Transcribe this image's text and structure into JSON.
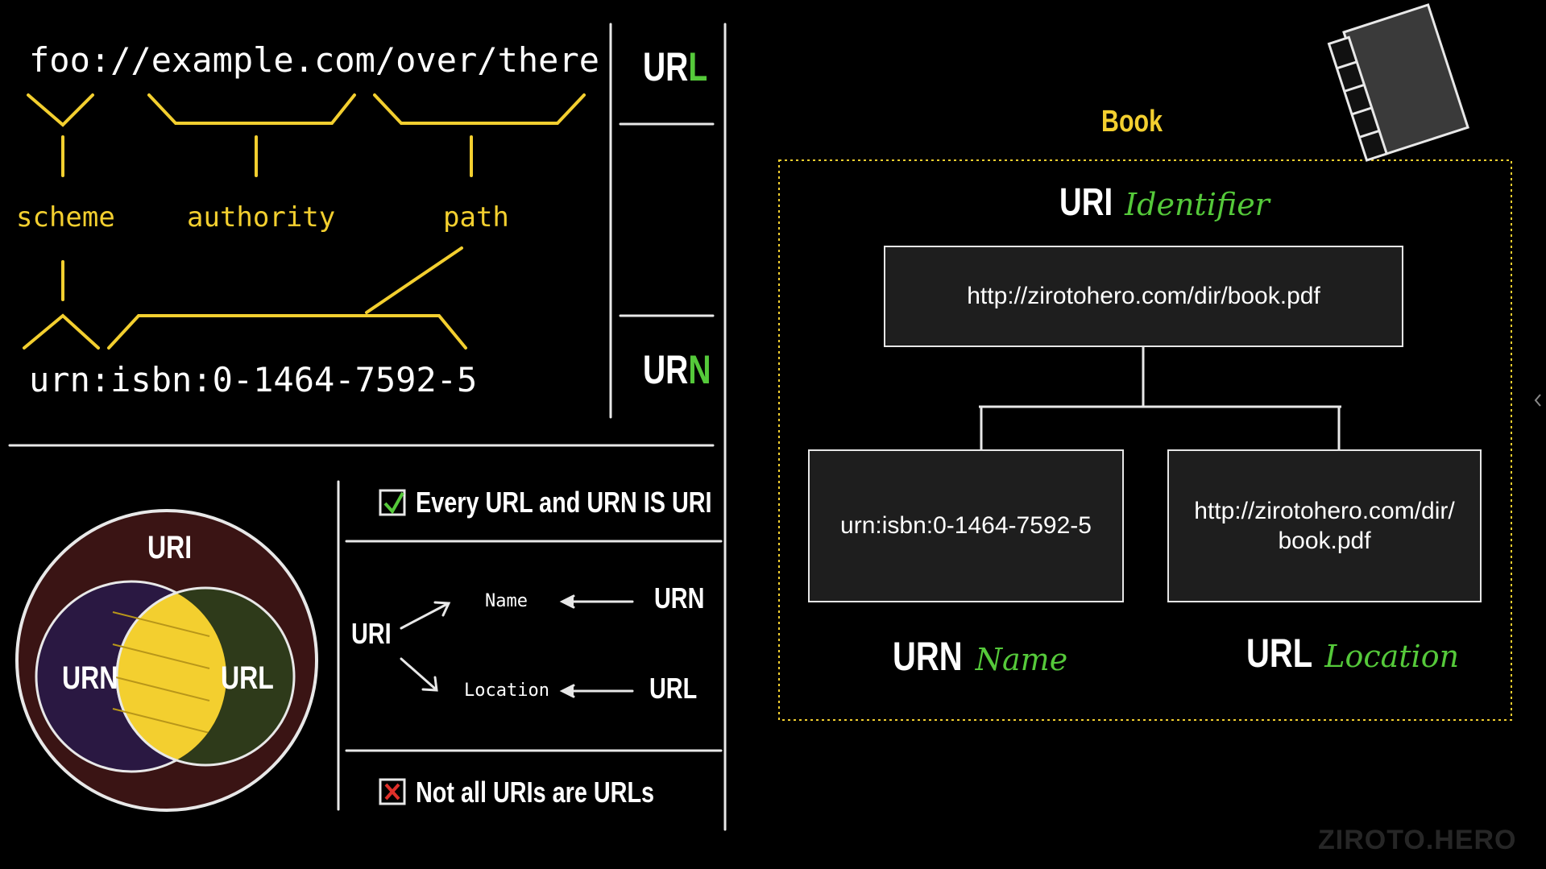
{
  "top_left": {
    "url_example": "foo://example.com/over/there",
    "urn_example": "urn:isbn:0-1464-7592-5",
    "labels": {
      "scheme": "scheme",
      "authority": "authority",
      "path": "path"
    },
    "right_labels": {
      "url_prefix": "UR",
      "url_suffix": "L",
      "urn_prefix": "UR",
      "urn_suffix": "N"
    }
  },
  "venn": {
    "outer": "URI",
    "left": "URN",
    "right": "URL"
  },
  "notes": {
    "check_text": "Every URL and URN IS URI",
    "cross_text": "Not all URIs are URLs",
    "uri": "URI",
    "name": "Name",
    "location": "Location",
    "urn": "URN",
    "url": "URL"
  },
  "book_diagram": {
    "book_label": "Book",
    "uri_title": "URI",
    "uri_sub": "Identifier",
    "top_box": "http://zirotohero.com/dir/book.pdf",
    "left_box": "urn:isbn:0-1464-7592-5",
    "right_box_line1": "http://zirotohero.com/dir/",
    "right_box_line2": "book.pdf",
    "urn_title": "URN",
    "urn_sub": "Name",
    "url_title": "URL",
    "url_sub": "Location"
  },
  "watermark": "ZIROTO.HERO",
  "colors": {
    "yellow": "#f3cf2f",
    "green": "#55c93a",
    "venn_outer": "#3a1414",
    "venn_left": "#2a1842",
    "venn_right": "#2e3a1a"
  }
}
